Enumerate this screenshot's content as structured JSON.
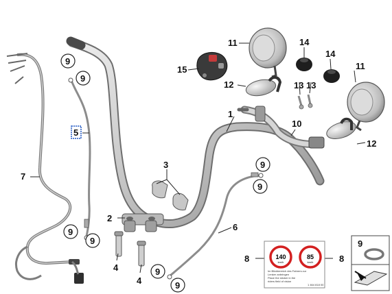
{
  "callouts": {
    "c1": "1",
    "c2": "2",
    "c3": "3",
    "c4a": "4",
    "c4b": "4",
    "c5": "5",
    "c6": "6",
    "c7": "7",
    "c8a": "8",
    "c8b": "8",
    "c9a": "9",
    "c9b": "9",
    "c9c": "9",
    "c9d": "9",
    "c9e": "9",
    "c9f": "9",
    "c9g": "9",
    "c9h": "9",
    "c10": "10",
    "c11a": "11",
    "c11b": "11",
    "c12a": "12",
    "c12b": "12",
    "c13a": "13",
    "c13b": "13",
    "c14a": "14",
    "c14b": "14",
    "c15": "15"
  },
  "sign": {
    "speed_left": "140",
    "speed_right": "85",
    "unit": "km/h",
    "text_line1": "Im Blickbereich des Fahrers zur",
    "text_line2": "Lenker anbringen",
    "text_line3": "Place the sticker in the",
    "text_line4": "riders field of vision",
    "code": "1 464 818 00"
  },
  "colors": {
    "line": "#555555",
    "part_light": "#e6e6e6",
    "part_mid": "#b3b3b3",
    "part_dark": "#333333",
    "sign_red": "#d32020",
    "highlight": "#1f56c4"
  }
}
